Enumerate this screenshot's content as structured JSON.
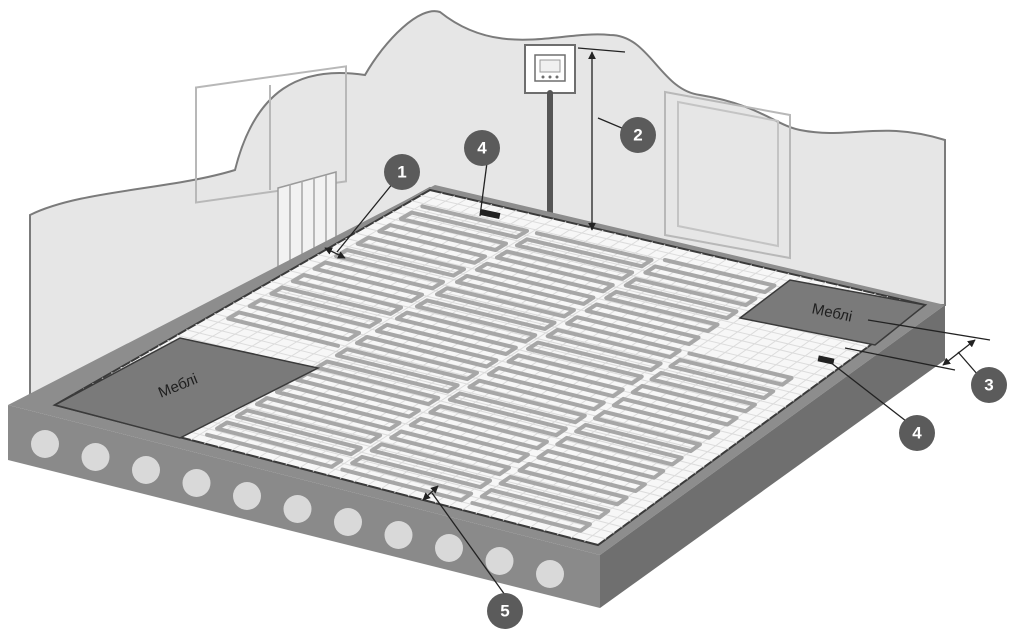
{
  "furniture": [
    {
      "id": "left",
      "label": "Меблі"
    },
    {
      "id": "right",
      "label": "Меблі"
    }
  ],
  "markers": [
    {
      "id": "m1",
      "label": "1"
    },
    {
      "id": "m2",
      "label": "2"
    },
    {
      "id": "m3",
      "label": "3"
    },
    {
      "id": "m4a",
      "label": "4"
    },
    {
      "id": "m4b",
      "label": "4"
    },
    {
      "id": "m5",
      "label": "5"
    }
  ],
  "colors": {
    "wall": "#e6e6e6",
    "wall_outline": "#7b7b7b",
    "floor": "#f7f7f7",
    "mesh": "#dcdcdc",
    "cable": "#a7a7a7",
    "furniture": "#7a7a7a",
    "slab": "#8d8d8d",
    "slab_holes": "#d9d9d9",
    "marker": "#5b5b5b"
  }
}
